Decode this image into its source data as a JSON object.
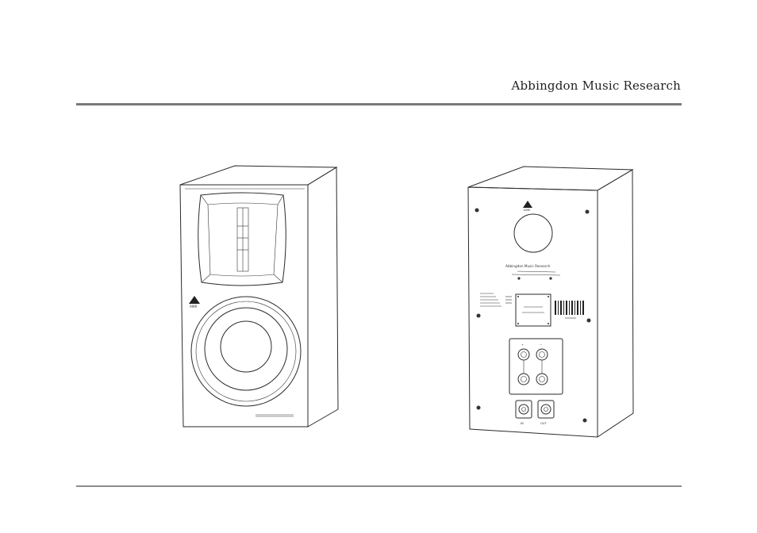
{
  "header": {
    "brand": "Abbingdon Music Research"
  },
  "front_speaker": {
    "logo": "amr-logo",
    "badge_text": ""
  },
  "rear_speaker": {
    "logo": "amr-logo",
    "plate_brand": "Abbingdon Music Research",
    "terminal_labels": [
      "+",
      "−"
    ],
    "connector_labels": [
      "IN",
      "OUT"
    ]
  },
  "colors": {
    "rule": "#7a7a7a",
    "line": "#2a2a2a",
    "background": "#ffffff"
  }
}
